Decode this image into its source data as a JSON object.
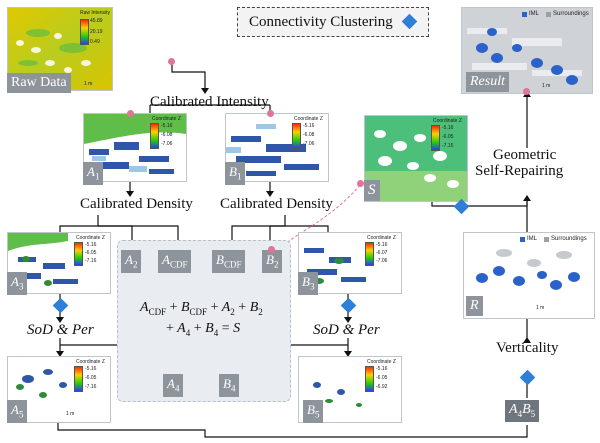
{
  "colors": {
    "accent_blue": "#2f7fd6",
    "pink_node": "#e2749a",
    "tag_gray": "#8e949b",
    "group_bg": "#e9edf1"
  },
  "header": {
    "connectivity": "Connectivity Clustering"
  },
  "panels": {
    "raw": {
      "tag": "Raw Data",
      "legend_title": "Raw Intensity",
      "ticks": [
        "45.89",
        "20.19",
        "0.49"
      ],
      "scale": "1 m"
    },
    "a1": {
      "base": "A",
      "sub": "1",
      "legend_title": "Coordinate Z",
      "ticks": [
        "-5.16",
        "-6.08",
        "-7.06"
      ]
    },
    "b1": {
      "base": "B",
      "sub": "1",
      "legend_title": "Coordinate Z",
      "ticks": [
        "-5.16",
        "-6.08",
        "-7.06"
      ]
    },
    "s": {
      "tag": "S",
      "legend_title": "Coordinate Z",
      "ticks": [
        "-5.16",
        "-6.05",
        "-7.15"
      ]
    },
    "a3": {
      "base": "A",
      "sub": "3",
      "legend_title": "Coordinate Z",
      "ticks": [
        "-5.16",
        "-6.05",
        "-7.16"
      ]
    },
    "b3": {
      "base": "B",
      "sub": "3",
      "legend_title": "Coordinate Z",
      "ticks": [
        "-5.16",
        "-6.07",
        "-7.06"
      ]
    },
    "a5": {
      "base": "A",
      "sub": "5",
      "legend_title": "Coordinate Z",
      "ticks": [
        "-5.16",
        "-6.05",
        "-7.16"
      ],
      "scale": "1 m"
    },
    "b5": {
      "base": "B",
      "sub": "5",
      "legend_title": "Coordinate Z",
      "ticks": [
        "-5.16",
        "-6.05",
        "-6.92"
      ]
    },
    "result": {
      "tag": "Result",
      "legend": [
        "IML",
        "Surroundings"
      ],
      "scale": "1 m"
    },
    "r": {
      "tag": "R",
      "legend": [
        "IML",
        "Surroundings"
      ],
      "scale": "1 m"
    }
  },
  "labels": {
    "calibrated_intensity": "Calibrated Intensity",
    "calibrated_density_left": "Calibrated Density",
    "calibrated_density_right": "Calibrated Density",
    "geometric_line1": "Geometric",
    "geometric_line2": "Self-Repairing",
    "sod_per_left": "SoD & Per",
    "sod_per_right": "SoD & Per",
    "verticality": "Verticality"
  },
  "small_tags": {
    "a2": {
      "base": "A",
      "sub": "2"
    },
    "acdf": {
      "base": "A",
      "sub": "CDF"
    },
    "bcdf": {
      "base": "B",
      "sub": "CDF"
    },
    "b2": {
      "base": "B",
      "sub": "2"
    },
    "a4": {
      "base": "A",
      "sub": "4"
    },
    "b4": {
      "base": "B",
      "sub": "4"
    },
    "a4b5": {
      "base1": "A",
      "sub1": "4",
      "base2": "B",
      "sub2": "5"
    }
  },
  "equation": {
    "line1_terms": [
      "A",
      "CDF",
      "+",
      "B",
      "CDF",
      "+",
      "A",
      "2",
      "+",
      "B",
      "2"
    ],
    "line2_terms": [
      "+",
      "A",
      "4",
      "+",
      "B",
      "4",
      "=",
      "S"
    ]
  }
}
